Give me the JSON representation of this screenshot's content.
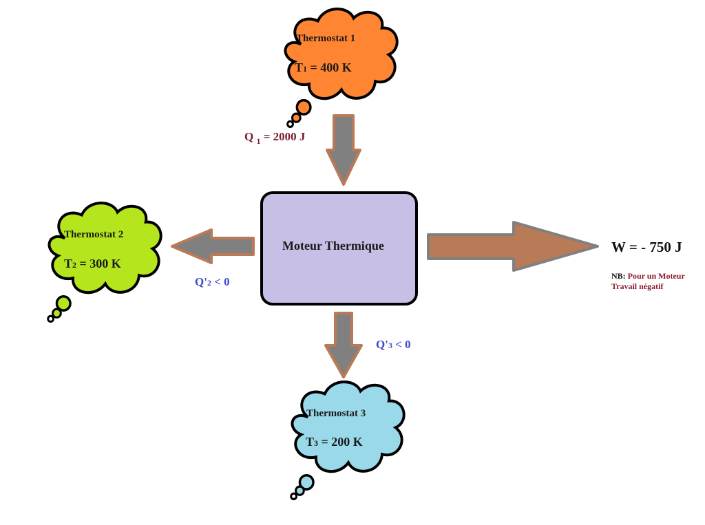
{
  "colors": {
    "thermostat1_fill": "#FF8533",
    "thermostat2_fill": "#B5E61D",
    "thermostat3_fill": "#99D9EA",
    "engine_fill": "#C8BFE7",
    "heat_arrow_fill": "#808080",
    "heat_arrow_border": "#B97A57",
    "work_arrow_fill": "#B97A57",
    "work_arrow_border": "#808080",
    "q1_label": "#7A1F2B",
    "q_prime_label": "#3F48CC",
    "nb_text": "#8B1A2B"
  },
  "thermostats": [
    {
      "title": "Thermostat 1",
      "symbol": "T",
      "index": "1",
      "value": "= 400 K"
    },
    {
      "title": "Thermostat 2",
      "symbol": "T",
      "index": "2",
      "value": "= 300 K"
    },
    {
      "title": "Thermostat 3",
      "symbol": "T",
      "index": "3",
      "value": "= 200 K"
    }
  ],
  "engine": {
    "label": "Moteur Thermique"
  },
  "heat_flows": {
    "q1": {
      "symbol": "Q",
      "index": "1",
      "rest": " = 2000 J"
    },
    "q2": {
      "symbol": "Q'",
      "index": "2",
      "rest": " < 0"
    },
    "q3": {
      "symbol": "Q'",
      "index": "3",
      "rest": " < 0"
    }
  },
  "work": {
    "label": "W = - 750 J",
    "note_prefix": "NB:",
    "note_line1": " Pour un Moteur",
    "note_line2": "Travail négatif"
  }
}
